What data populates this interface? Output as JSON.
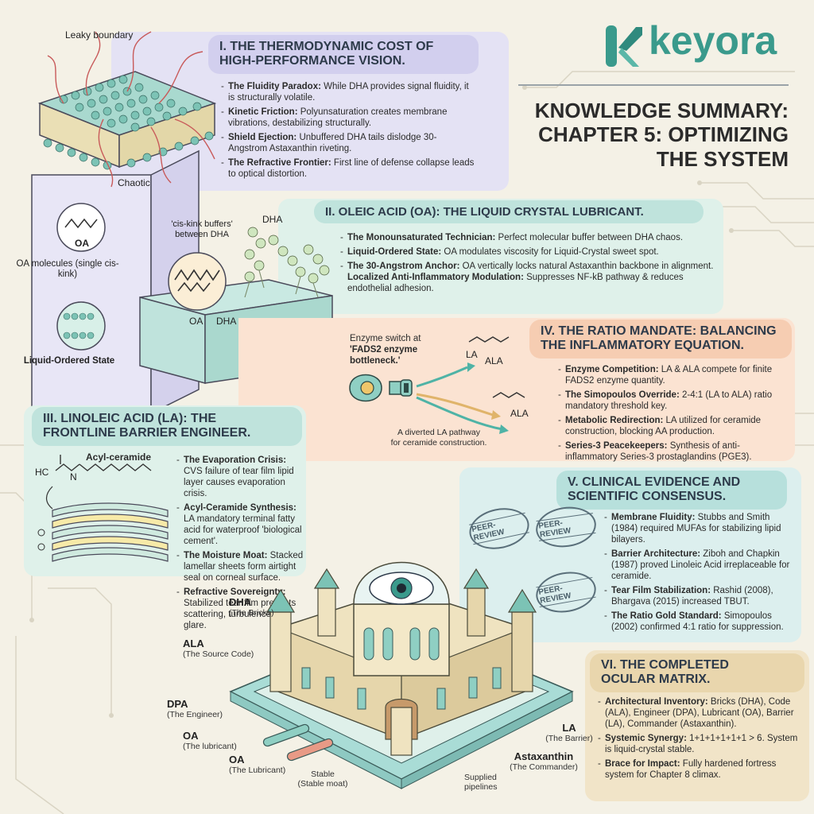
{
  "brand": {
    "logo_mark": "K",
    "name": "keyora",
    "color": "#3a9a8c"
  },
  "summary": {
    "line1": "KNOWLEDGE SUMMARY:",
    "line2": "CHAPTER 5: OPTIMIZING",
    "line3": "THE SYSTEM"
  },
  "s1": {
    "title_1": "I. THE THERMODYNAMIC COST OF",
    "title_2": "HIGH-PERFORMANCE VISION.",
    "bullets": [
      {
        "head": "The Fluidity Paradox:",
        "text": " While DHA provides signal fluidity, it is structurally volatile."
      },
      {
        "head": "Kinetic Friction:",
        "text": " Polyunsaturation creates membrane vibrations, destabilizing structurally."
      },
      {
        "head": "Shield Ejection:",
        "text": " Unbuffered DHA tails dislodge 30-Angstrom Astaxanthin riveting."
      },
      {
        "head": "The Refractive Frontier:",
        "text": " First line of defense collapse leads to optical distortion."
      }
    ],
    "leaky": "Leaky boundary",
    "chaotic": "Chaotic"
  },
  "s2": {
    "title": "II. OLEIC ACID (OA): THE LIQUID CRYSTAL LUBRICANT.",
    "bullets": [
      {
        "head": "The Monounsaturated Technician:",
        "text": " Perfect molecular buffer between DHA chaos."
      },
      {
        "head": "Liquid-Ordered State:",
        "text": " OA modulates viscosity for Liquid-Crystal sweet spot."
      },
      {
        "head": "The 30-Angstrom Anchor:",
        "text": " OA vertically locks natural Astaxanthin backbone in alignment. ",
        "head2": "Localized Anti-Inflammatory Modulation:",
        "text2": " Suppresses NF-kB pathway & reduces endothelial adhesion."
      }
    ],
    "cis_kink": "'cis-kink buffers' between DHA",
    "dha": "DHA",
    "oa": "OA",
    "dha2": "DHA",
    "oa_small": "OA",
    "oa_molecules": "OA molecules (single cis-kink)",
    "liquid_ordered": "Liquid-Ordered State"
  },
  "s3": {
    "title_1": "III. LINOLEIC ACID (LA): THE",
    "title_2": "FRONTLINE BARRIER ENGINEER.",
    "bullets": [
      {
        "head": "The Evaporation Crisis:",
        "text": " CVS failure of tear film lipid layer causes evaporation crisis."
      },
      {
        "head": "Acyl-Ceramide Synthesis:",
        "text": " LA mandatory terminal fatty acid for waterproof 'biological cement'."
      },
      {
        "head": "The Moisture Moat:",
        "text": " Stacked lamellar sheets form airtight seal on corneal surface."
      },
      {
        "head": "Refractive Sovereignty:",
        "text": " Stabilized tear film prevents scattering, turbulence, & glare."
      }
    ],
    "acyl": "Acyl-ceramide",
    "hc": "HC",
    "n": "N"
  },
  "s4": {
    "title_1": "IV. THE RATIO MANDATE: BALANCING",
    "title_2": "THE INFLAMMATORY EQUATION.",
    "bullets": [
      {
        "head": "Enzyme Competition:",
        "text": " LA & ALA compete for finite FADS2 enzyme quantity."
      },
      {
        "head": "The Simopoulos Override:",
        "text": " 2-4:1 (LA to ALA) ratio mandatory threshold key."
      },
      {
        "head": "Metabolic Redirection:",
        "text": " LA utilized for ceramide construction, blocking AA production."
      },
      {
        "head": "Series-3 Peacekeepers:",
        "text": " Synthesis of anti-inflammatory Series-3 prostaglandins (PGE3)."
      }
    ],
    "enzyme_1": "Enzyme switch at",
    "enzyme_2": "'FADS2 enzyme",
    "enzyme_3": "bottleneck.'",
    "la": "LA",
    "ala": "ALA",
    "ala2": "ALA",
    "diverted_1": "A diverted LA pathway",
    "diverted_2": "for ceramide construction."
  },
  "s5": {
    "title_1": "V. CLINICAL EVIDENCE AND",
    "title_2": "SCIENTIFIC CONSENSUS.",
    "bullets": [
      {
        "head": "Membrane Fluidity:",
        "text": " Stubbs and Smith (1984) required MUFAs for stabilizing lipid bilayers."
      },
      {
        "head": "Barrier Architecture:",
        "text": " Ziboh and Chapkin (1987) proved Linoleic Acid irreplaceable for ceramide."
      },
      {
        "head": "Tear Film Stabilization:",
        "text": " Rashid (2008), Bhargava (2015) increased TBUT."
      },
      {
        "head": "The Ratio Gold Standard:",
        "text": " Simopoulos (2002) confirmed 4:1 ratio for suppression."
      }
    ],
    "stamp": "PEER-REVIEW"
  },
  "s6": {
    "title_1": "VI. THE COMPLETED",
    "title_2": "OCULAR MATRIX.",
    "bullets": [
      {
        "head": "Architectural Inventory:",
        "text": " Bricks (DHA), Code (ALA), Engineer (DPA), Lubricant (OA), Barrier (LA), Commander (Astaxanthin)."
      },
      {
        "head": "Systemic Synergy:",
        "text": " 1+1+1+1+1+1 > 6. System is liquid-crystal stable."
      },
      {
        "head": "Brace for Impact:",
        "text": " Fully hardened fortress system for Chapter 8 climax."
      }
    ]
  },
  "castle": {
    "dha": "DHA",
    "dha_sub": "(The Bricks)",
    "ala": "ALA",
    "ala_sub": "(The Source Code)",
    "dpa": "DPA",
    "dpa_sub": "(The Engineer)",
    "oa1": "OA",
    "oa1_sub": "(The lubricant)",
    "oa2": "OA",
    "oa2_sub": "(The Lubricant)",
    "stable": "Stable",
    "stable_sub": "(Stable moat)",
    "supplied": "Supplied",
    "supplied_sub": "pipelines",
    "la": "LA",
    "la_sub": "(The Barrier)",
    "asta": "Astaxanthin",
    "asta_sub": "(The Commander)"
  },
  "colors": {
    "lavender": "#e4e2f4",
    "mint": "#dff1ea",
    "peach": "#fbe3d2",
    "sky": "#dcefee",
    "sand": "#f1e4c8",
    "teal_title": "#bfe3dc"
  }
}
